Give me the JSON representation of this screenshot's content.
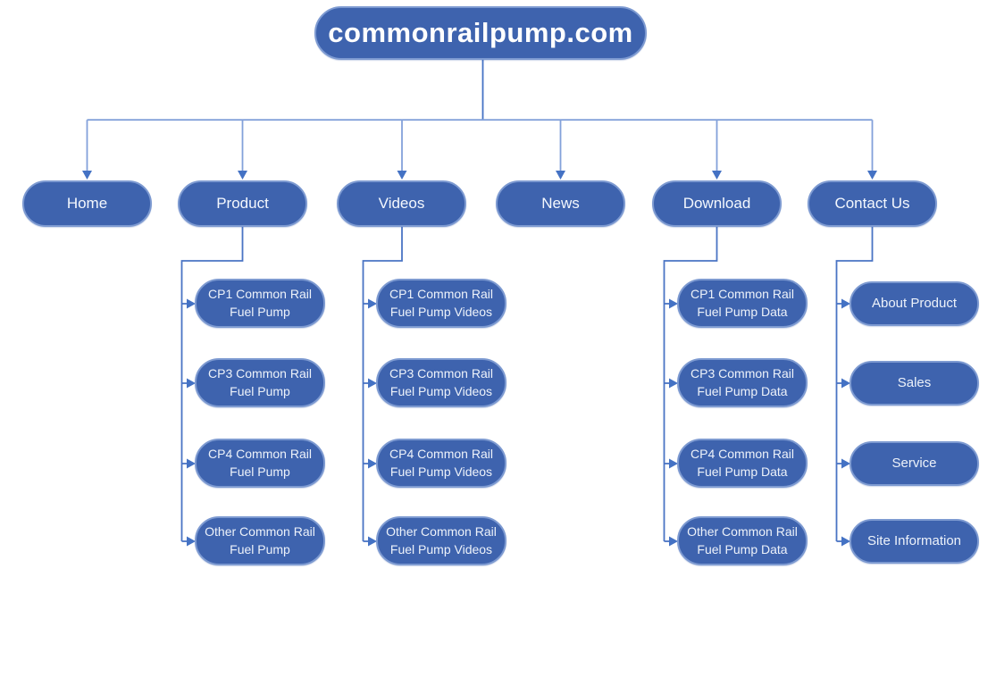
{
  "colors": {
    "node_fill": "#3e63ae",
    "node_border": "#7d9ad1",
    "connector_light": "#83a1da",
    "connector_dark": "#4472c4",
    "text": "#ffffff"
  },
  "sitemap": {
    "root_label": "commonrailpump.com",
    "sections": [
      {
        "label": "Home",
        "children": []
      },
      {
        "label": "Product",
        "children": [
          {
            "label": "CP1 Common Rail Fuel Pump"
          },
          {
            "label": "CP3 Common Rail Fuel Pump"
          },
          {
            "label": "CP4 Common Rail Fuel Pump"
          },
          {
            "label": "Other Common Rail Fuel Pump"
          }
        ]
      },
      {
        "label": "Videos",
        "children": [
          {
            "label": "CP1 Common Rail Fuel Pump Videos"
          },
          {
            "label": "CP3 Common Rail Fuel Pump Videos"
          },
          {
            "label": "CP4 Common Rail Fuel Pump Videos"
          },
          {
            "label": "Other Common Rail Fuel Pump Videos"
          }
        ]
      },
      {
        "label": "News",
        "children": []
      },
      {
        "label": "Download",
        "children": [
          {
            "label": "CP1 Common Rail Fuel Pump Data"
          },
          {
            "label": "CP3 Common Rail Fuel Pump Data"
          },
          {
            "label": "CP4 Common Rail Fuel Pump Data"
          },
          {
            "label": "Other Common Rail Fuel Pump Data"
          }
        ]
      },
      {
        "label": "Contact Us",
        "children": [
          {
            "label": "About Product"
          },
          {
            "label": "Sales"
          },
          {
            "label": "Service"
          },
          {
            "label": "Site Information"
          }
        ]
      }
    ]
  }
}
